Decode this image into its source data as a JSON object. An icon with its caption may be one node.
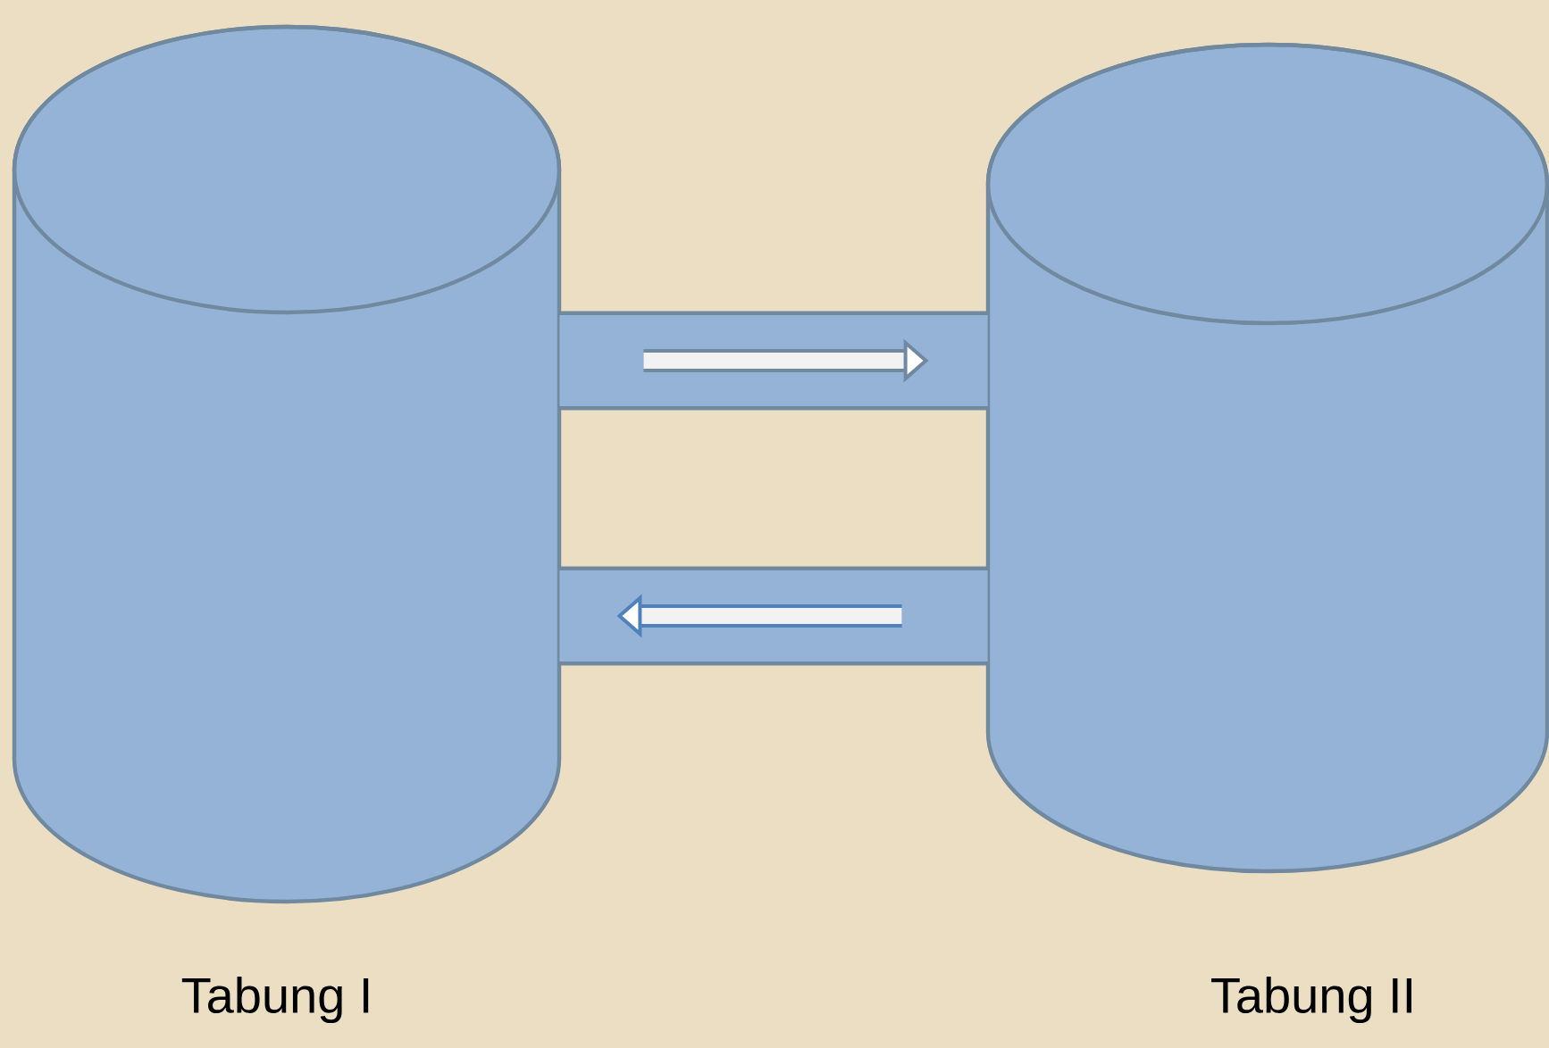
{
  "diagram": {
    "nodes": [
      {
        "text": [],
        "shape": "cylinder",
        "beside": [
          "Tabung I"
        ]
      },
      {
        "text": [],
        "shape": "cylinder",
        "beside": [
          "Tabung II"
        ]
      }
    ],
    "edges": [
      {
        "from": 0,
        "to": 1,
        "arrow": "to"
      },
      {
        "from": 1,
        "to": 0,
        "arrow": "to",
        "color": "#4f81bd"
      }
    ]
  }
}
